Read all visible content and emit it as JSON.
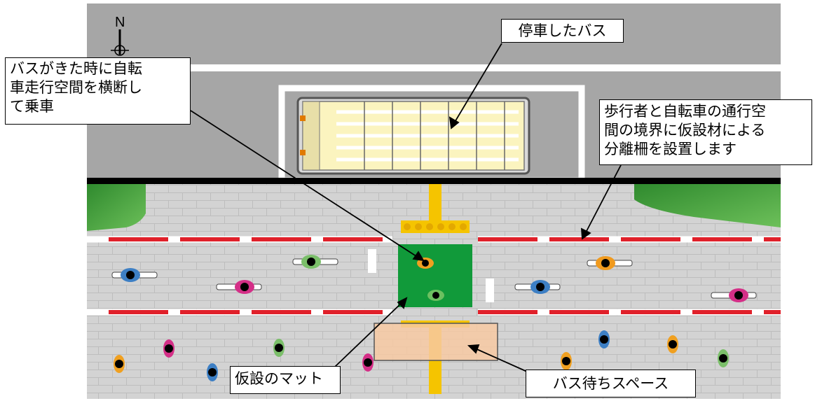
{
  "compass": {
    "label": "N"
  },
  "callouts": {
    "parked_bus": "停車したバス",
    "crossing": [
      "バスがきた時に自転",
      "車走行空間を横断し",
      "て乗車"
    ],
    "fence": [
      "歩行者と自転車の通行空",
      "間の境界に仮設材による",
      "分離柵を設置します"
    ],
    "mat": "仮設のマット",
    "bus_wait_space": "バス待ちスペース"
  },
  "colors": {
    "road": "#a6a6a6",
    "sidewalk": "#d3d3d3",
    "lane_divider": "#e0202a",
    "mat": "#119a3a",
    "tactile_paving": "#f5c400",
    "bus_body": "#fbf4bf",
    "wait_space": "#f7c9a2",
    "greenery": "#3e9b3a"
  }
}
